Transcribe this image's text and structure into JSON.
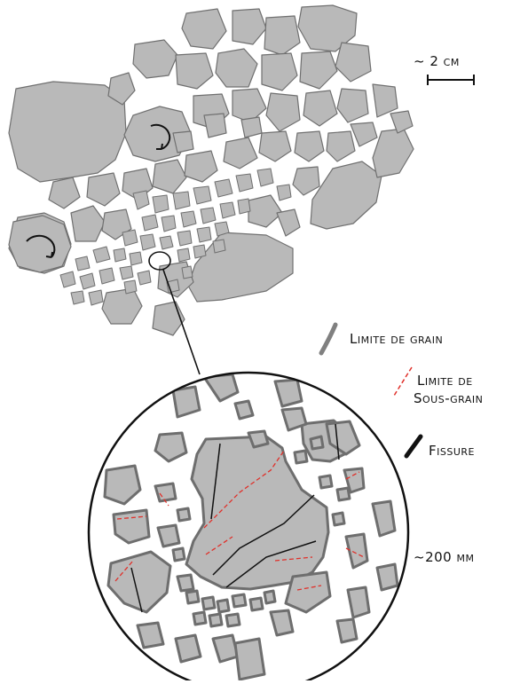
{
  "scale": {
    "macro_label": "~ 2 cm",
    "micro_label": "~200 µm"
  },
  "legend": {
    "grain_boundary": "Limite de grain",
    "subgrain_boundary_line1": "Limite de",
    "subgrain_boundary_line2": "Sous-grain",
    "fracture": "Fissure"
  },
  "colors": {
    "grain_fill": "#b9b9b9",
    "grain_outline": "#6e6e6e",
    "subgrain_line": "#e0302a",
    "fracture_line": "#111111"
  }
}
